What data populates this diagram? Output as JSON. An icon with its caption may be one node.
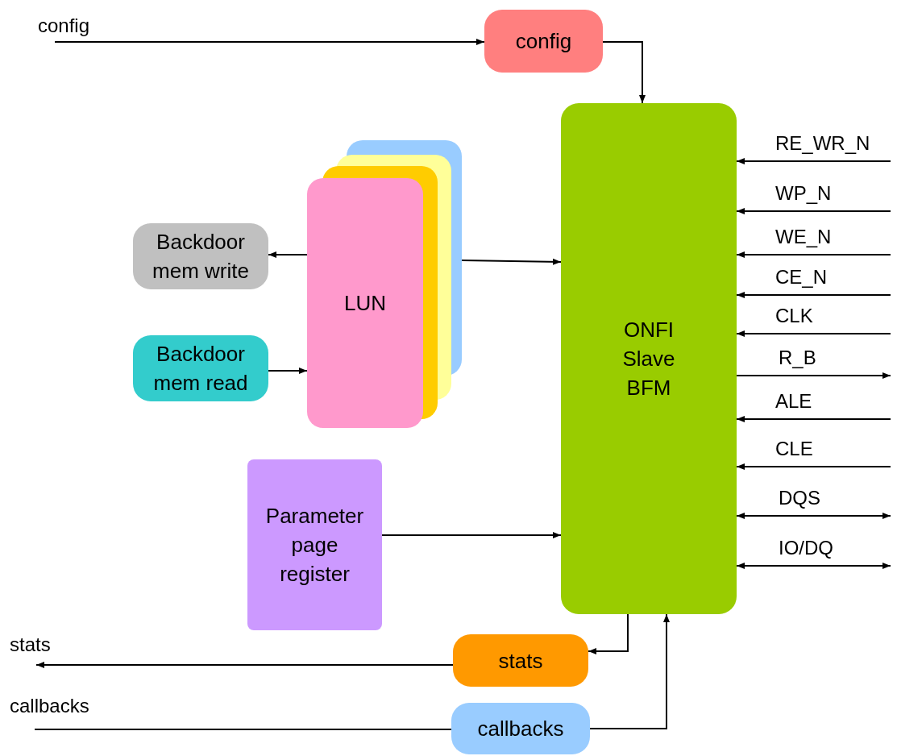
{
  "diagram": {
    "nodes": [
      {
        "text": [
          "config"
        ]
      },
      {
        "text": [
          "ONFI Slave BFM"
        ]
      },
      {
        "text": [
          "Backdoor mem write"
        ]
      },
      {
        "text": [
          "Backdoor mem read"
        ]
      },
      {
        "text": [
          "LUN"
        ]
      },
      {
        "text": [
          "Parameter page register"
        ]
      },
      {
        "text": [
          "stats"
        ]
      },
      {
        "text": [
          "callbacks"
        ]
      }
    ],
    "edges": [
      {
        "from": null,
        "to": 0,
        "arrow": "to",
        "label": "config"
      },
      {
        "from": 0,
        "to": 1,
        "arrow": "to"
      },
      {
        "from": 4,
        "to": 2,
        "arrow": "to"
      },
      {
        "from": 3,
        "to": 4,
        "arrow": "to"
      },
      {
        "from": 4,
        "to": 1,
        "arrow": "to"
      },
      {
        "from": 5,
        "to": 1,
        "arrow": "to"
      },
      {
        "from": null,
        "to": 1,
        "arrow": "to",
        "label": "RE_WR_N"
      },
      {
        "from": null,
        "to": 1,
        "arrow": "to",
        "label": "WP_N"
      },
      {
        "from": null,
        "to": 1,
        "arrow": "to",
        "label": "WE_N"
      },
      {
        "from": null,
        "to": 1,
        "arrow": "to",
        "label": "CE_N"
      },
      {
        "from": null,
        "to": 1,
        "arrow": "to",
        "label": "CLK"
      },
      {
        "from": 1,
        "to": null,
        "arrow": "to",
        "label": "R_B"
      },
      {
        "from": null,
        "to": 1,
        "arrow": "to",
        "label": "ALE"
      },
      {
        "from": null,
        "to": 1,
        "arrow": "to",
        "label": "CLE"
      },
      {
        "from": 1,
        "to": null,
        "arrow": "both",
        "label": "DQS"
      },
      {
        "from": 1,
        "to": null,
        "arrow": "both",
        "label": "IO/DQ"
      },
      {
        "from": 1,
        "to": 6,
        "arrow": "to"
      },
      {
        "from": 6,
        "to": null,
        "arrow": "to",
        "label": "stats"
      },
      {
        "from": null,
        "to": 7,
        "arrow": "none",
        "label": "callbacks"
      },
      {
        "from": 7,
        "to": 1,
        "arrow": "to"
      }
    ]
  }
}
